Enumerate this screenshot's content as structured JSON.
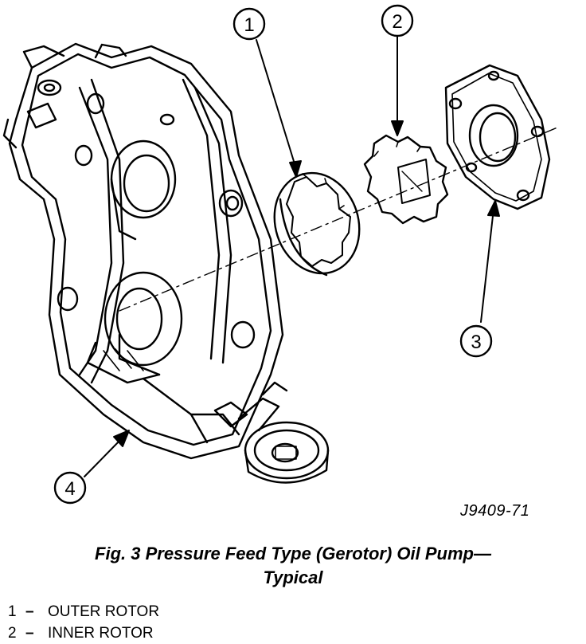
{
  "callouts": [
    {
      "number": "1"
    },
    {
      "number": "2"
    },
    {
      "number": "3"
    },
    {
      "number": "4"
    }
  ],
  "figure_code": "J9409-71",
  "caption": {
    "line1": "Fig. 3 Pressure Feed Type (Gerotor) Oil Pump—",
    "line2": "Typical"
  },
  "legend": [
    {
      "number": "1",
      "dash": "–",
      "text": "OUTER ROTOR"
    },
    {
      "number": "2",
      "dash": "–",
      "text": "INNER ROTOR"
    }
  ]
}
